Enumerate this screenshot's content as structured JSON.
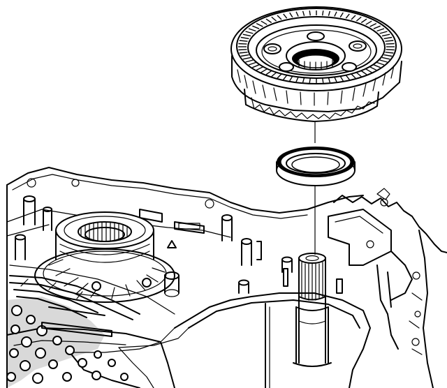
{
  "figure": {
    "background": "#ffffff",
    "ink": "#000000",
    "parts": [
      "planetary-ring-gear-carrier",
      "thrust-bearing",
      "output-shaft",
      "transmission-case",
      "valve-body-channels"
    ]
  }
}
